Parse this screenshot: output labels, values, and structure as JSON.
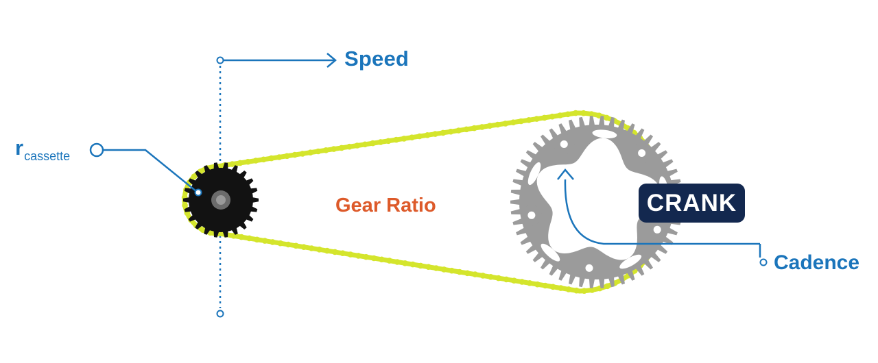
{
  "labels": {
    "speed": "Speed",
    "gear_ratio": "Gear Ratio",
    "cadence": "Cadence",
    "crank": "CRANK",
    "r_main": "r",
    "r_sub": "cassette"
  },
  "colors": {
    "blue": "#1b75bb",
    "orange": "#dd5a2a",
    "navy": "#13284f",
    "chain": "#d4e52c",
    "chainring": "#9b9b9b",
    "cog": "#121212",
    "white": "#ffffff"
  },
  "icons": {
    "cassette_cog": "cassette-cog-icon",
    "chainring": "chainring-icon",
    "chain": "chain-icon"
  },
  "teeth": {
    "cassette_cog": 22,
    "chainring": 50
  }
}
